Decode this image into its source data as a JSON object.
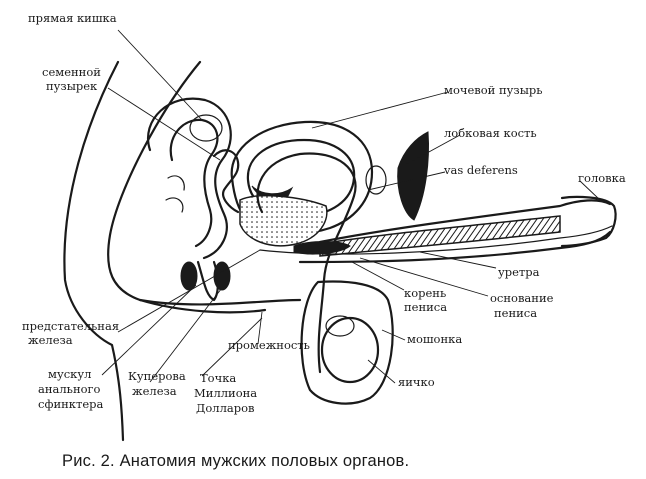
{
  "labels": {
    "rectum": "прямая кишка",
    "seminal_vesicle_1": "семенной",
    "seminal_vesicle_2": "пузырек",
    "bladder": "мочевой пузырь",
    "pubic_bone": "лобковая кость",
    "vas_deferens": "vas deferens",
    "glans": "головка",
    "urethra": "уретра",
    "penis_root_1": "корень",
    "penis_root_2": "пениса",
    "penis_base_1": "основание",
    "penis_base_2": "пениса",
    "prostate_1": "предстательная",
    "prostate_2": "железа",
    "perineum": "промежность",
    "scrotum": "мошонка",
    "anal_sphincter_1": "мускул",
    "anal_sphincter_2": "анального",
    "anal_sphincter_3": "сфинктера",
    "cowper_1": "Куперова",
    "cowper_2": "железа",
    "million_dollar_1": "Точка",
    "million_dollar_2": "Миллиона",
    "million_dollar_3": "Долларов",
    "testis": "яичко"
  },
  "caption": "Рис. 2. Анатомия мужских половых органов."
}
